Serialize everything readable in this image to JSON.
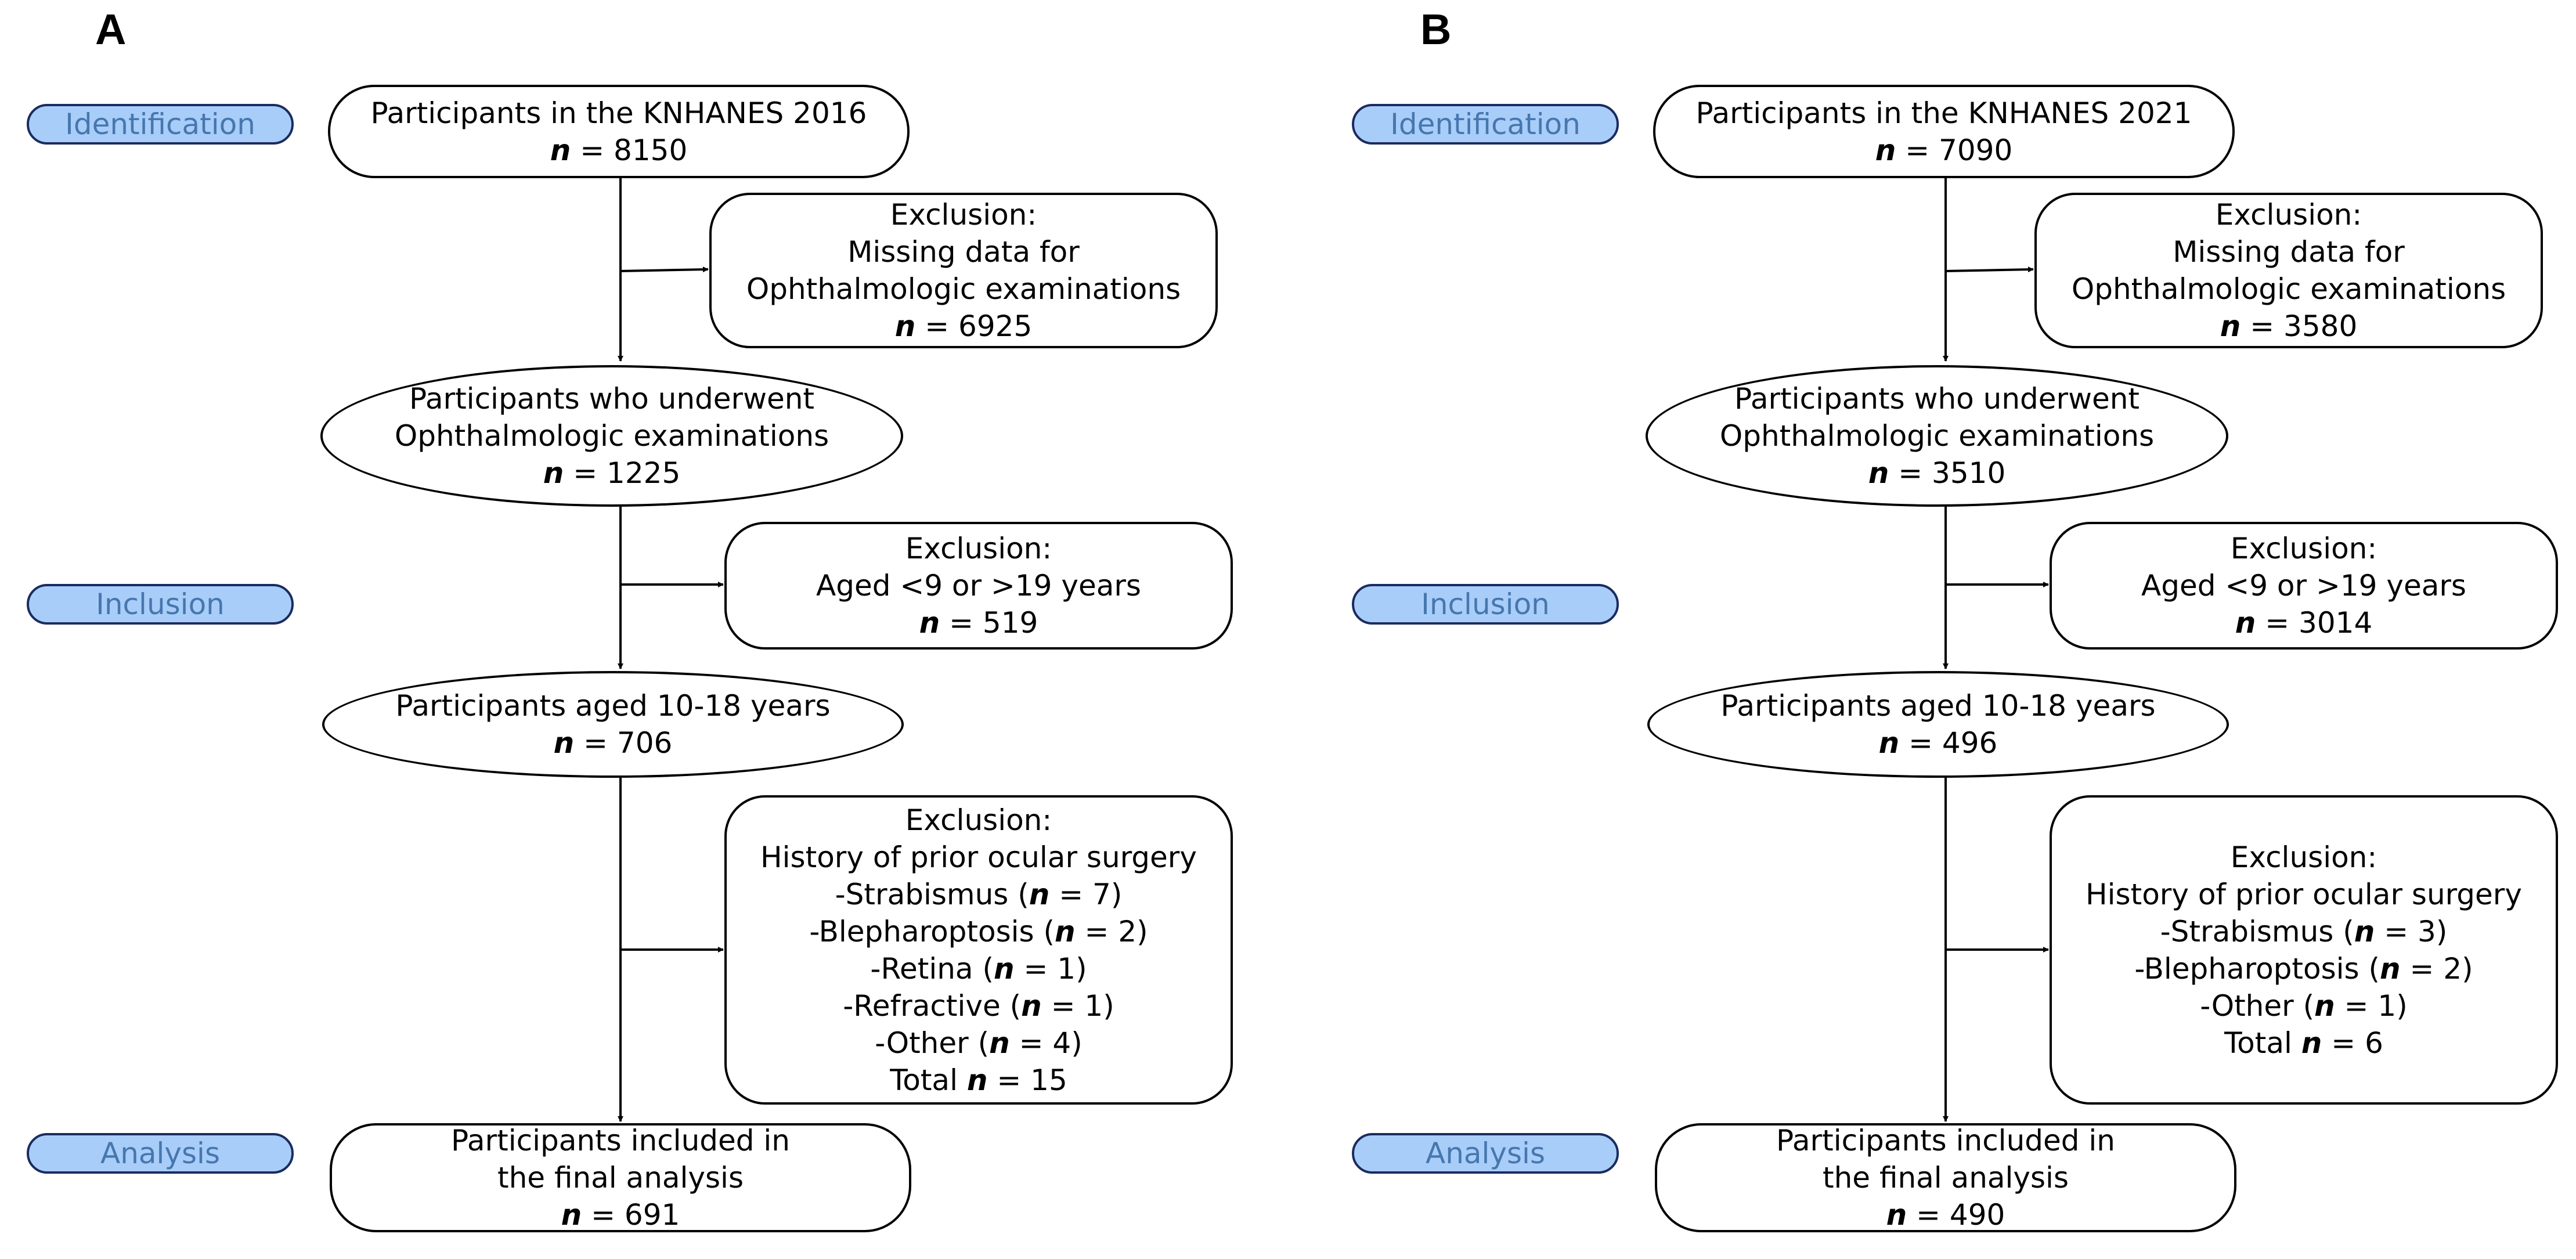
{
  "panels": [
    {
      "letter": "A",
      "phases": {
        "identification": "Identification",
        "inclusion": "Inclusion",
        "analysis": "Analysis"
      },
      "main": [
        {
          "lines": [
            "Participants in the KNHANES 2016"
          ],
          "n": "8150"
        },
        {
          "lines": [
            "Participants who underwent",
            "Ophthalmologic examinations"
          ],
          "n": "1225"
        },
        {
          "lines": [
            "Participants aged 10-18 years"
          ],
          "n": "706"
        },
        {
          "lines": [
            "Participants included in",
            "the final analysis"
          ],
          "n": "691"
        }
      ],
      "exclusions": [
        {
          "lines": [
            "Exclusion:",
            "Missing data for",
            "Ophthalmologic examinations"
          ],
          "n": "6925"
        },
        {
          "lines": [
            "Exclusion:",
            "Aged <9 or  >19 years"
          ],
          "n": "519"
        },
        {
          "lines": [
            "Exclusion:",
            "History of prior ocular surgery"
          ],
          "items": [
            {
              "label": "-Strabismus",
              "n": "7"
            },
            {
              "label": "-Blepharoptosis",
              "n": "2"
            },
            {
              "label": "-Retina",
              "n": "1"
            },
            {
              "label": "-Refractive",
              "n": "1"
            },
            {
              "label": "-Other",
              "n": "4"
            }
          ],
          "total_label": "Total",
          "n": "15"
        }
      ]
    },
    {
      "letter": "B",
      "phases": {
        "identification": "Identification",
        "inclusion": "Inclusion",
        "analysis": "Analysis"
      },
      "main": [
        {
          "lines": [
            "Participants in the KNHANES 2021"
          ],
          "n": "7090"
        },
        {
          "lines": [
            "Participants who underwent",
            "Ophthalmologic examinations"
          ],
          "n": "3510"
        },
        {
          "lines": [
            "Participants aged 10-18 years"
          ],
          "n": "496"
        },
        {
          "lines": [
            "Participants included in",
            "the final analysis"
          ],
          "n": "490"
        }
      ],
      "exclusions": [
        {
          "lines": [
            "Exclusion:",
            "Missing data for",
            "Ophthalmologic examinations"
          ],
          "n": "3580"
        },
        {
          "lines": [
            "Exclusion:",
            "Aged <9 or  >19 years"
          ],
          "n": "3014"
        },
        {
          "lines": [
            "Exclusion:",
            "History of prior ocular surgery"
          ],
          "items": [
            {
              "label": "-Strabismus",
              "n": "3"
            },
            {
              "label": "-Blepharoptosis",
              "n": "2"
            },
            {
              "label": "-Other",
              "n": "1"
            }
          ],
          "total_label": "Total",
          "n": "6"
        }
      ]
    }
  ],
  "n_symbol": "n",
  "eq": " = "
}
